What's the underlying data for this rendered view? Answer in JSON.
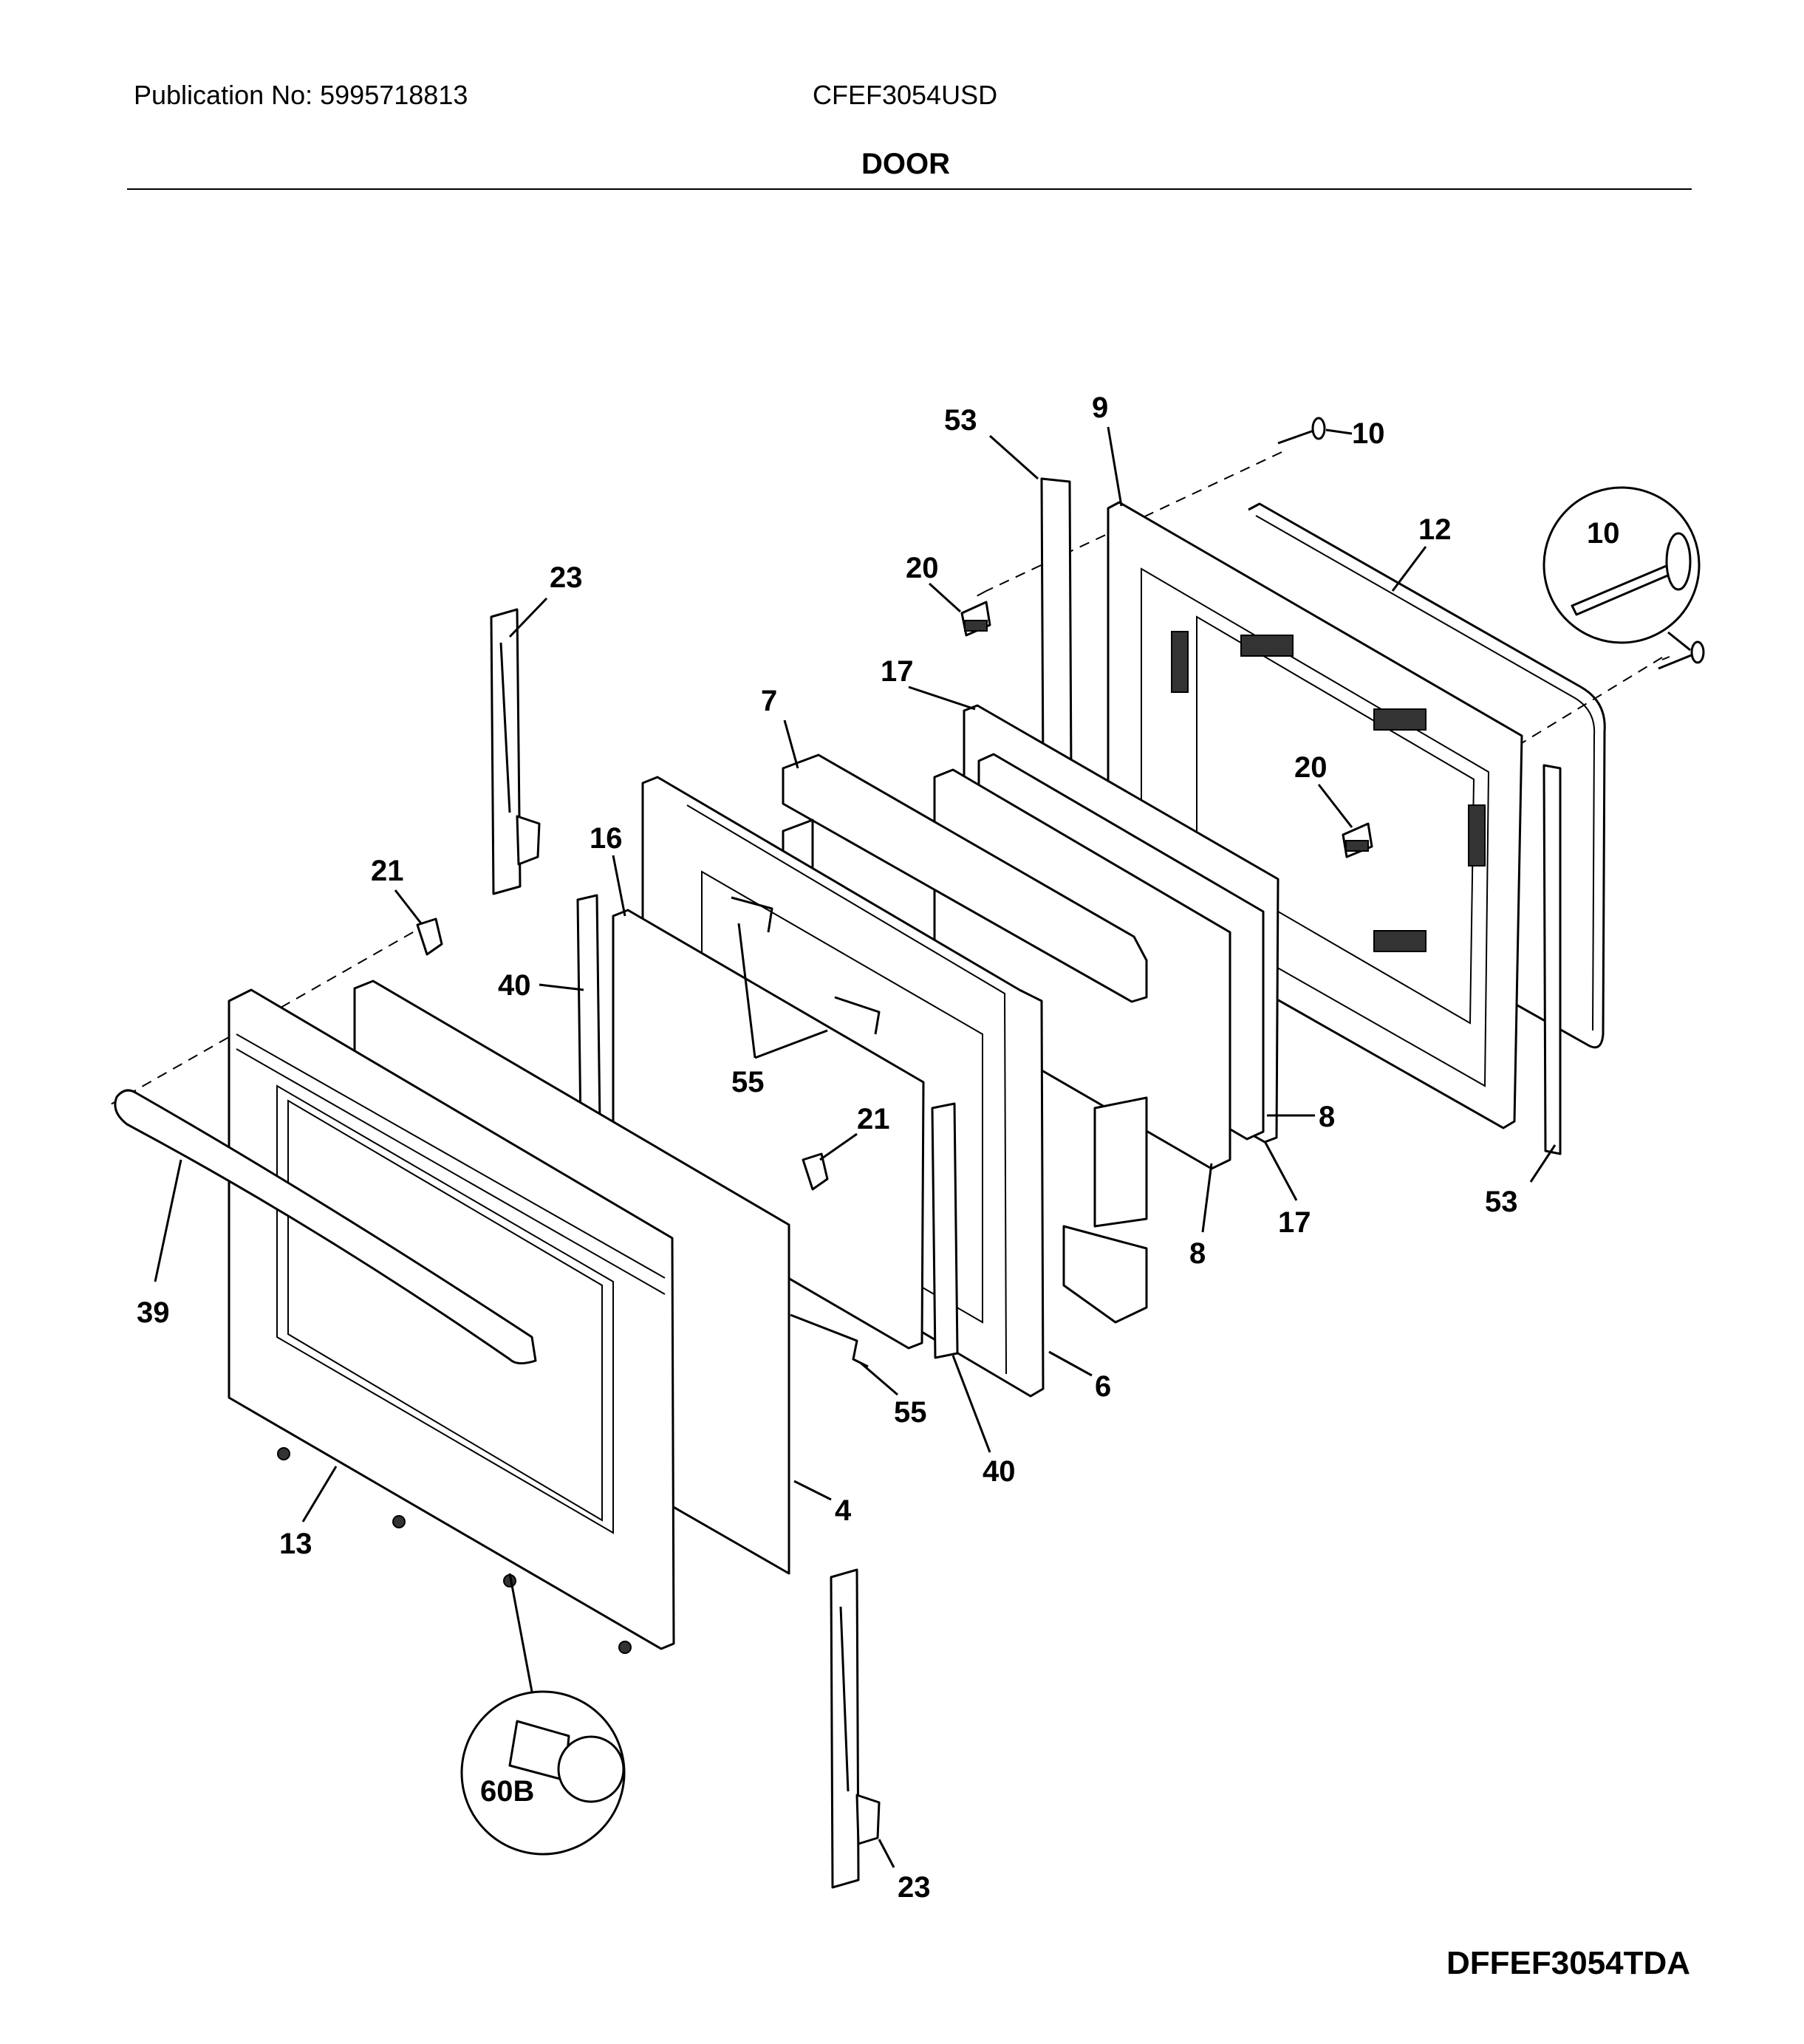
{
  "header": {
    "publication": "Publication No: 5995718813",
    "model": "CFEF3054USD",
    "section_title": "DOOR"
  },
  "diagram_code": "DFFEF3054TDA",
  "callouts": {
    "c53_top": "53",
    "c9": "9",
    "c10_top": "10",
    "c12": "12",
    "c10_detail": "10",
    "c20_top": "20",
    "c20_mid": "20",
    "c23_top": "23",
    "c17_top": "17",
    "c7": "7",
    "c16": "16",
    "c21_left": "21",
    "c40_left": "40",
    "c55_mid": "55",
    "c21_mid": "21",
    "c8_right": "8",
    "c17_bottom": "17",
    "c53_bottom": "53",
    "c8_bottom": "8",
    "c39": "39",
    "c6": "6",
    "c55_bottom": "55",
    "c40_bottom": "40",
    "c4": "4",
    "c13": "13",
    "c60b": "60B",
    "c23_bottom": "23"
  }
}
